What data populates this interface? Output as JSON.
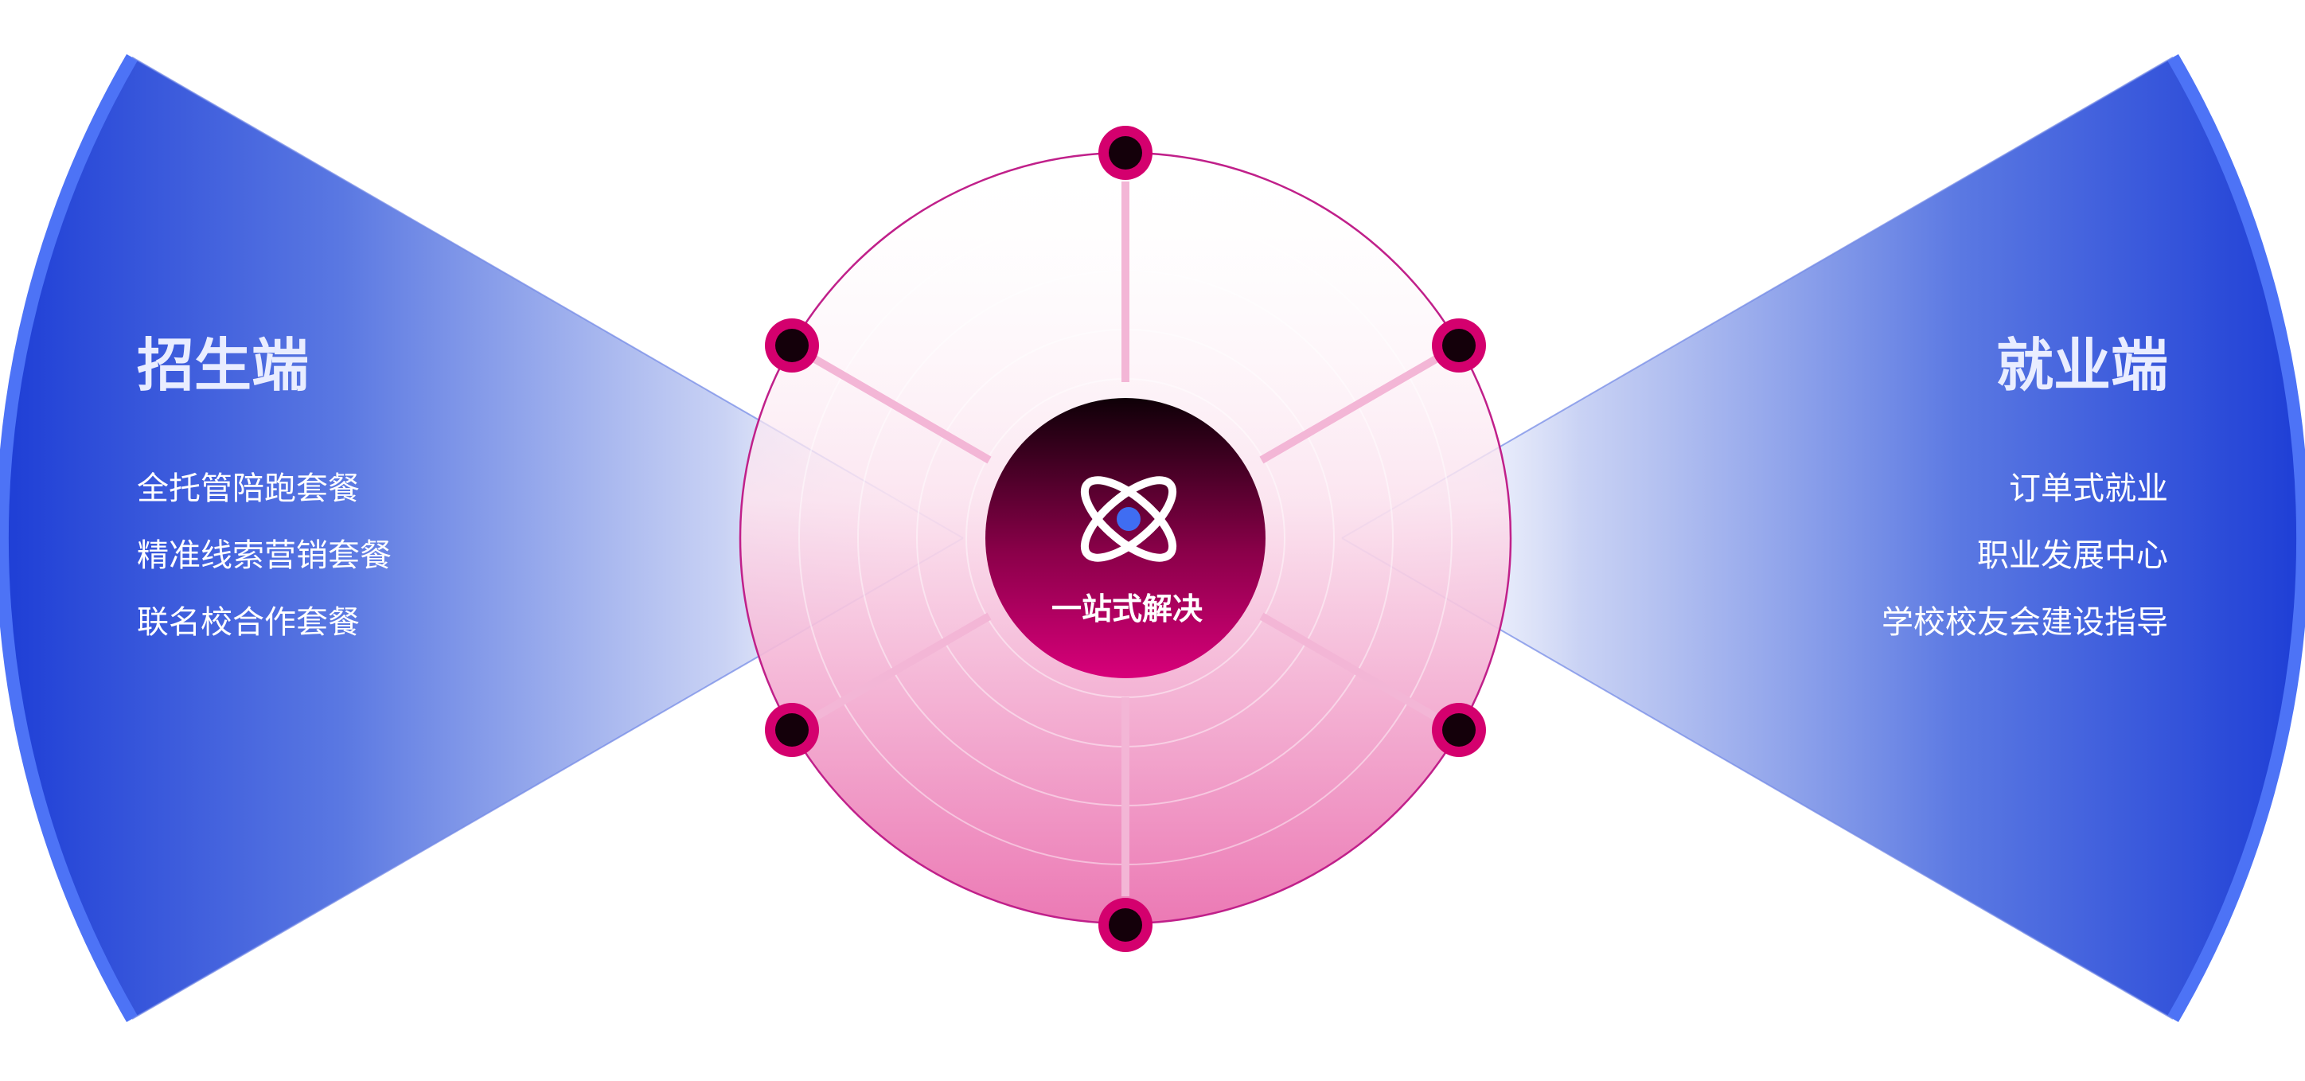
{
  "left_panel": {
    "title": "招生端",
    "items": [
      "全托管陪跑套餐",
      "精准线索营销套餐",
      "联名校合作套餐"
    ]
  },
  "right_panel": {
    "title": "就业端",
    "items": [
      "订单式就业",
      "职业发展中心",
      "学校校友会建设指导"
    ]
  },
  "center": {
    "label": "一站式解决",
    "icon": "atom-icon"
  },
  "colors": {
    "blue_dark": "#2040d8",
    "blue_edge": "#4a72f5",
    "magenta": "#d4006e",
    "pink_light": "#f3b6d6",
    "node_fill": "#14000a"
  }
}
